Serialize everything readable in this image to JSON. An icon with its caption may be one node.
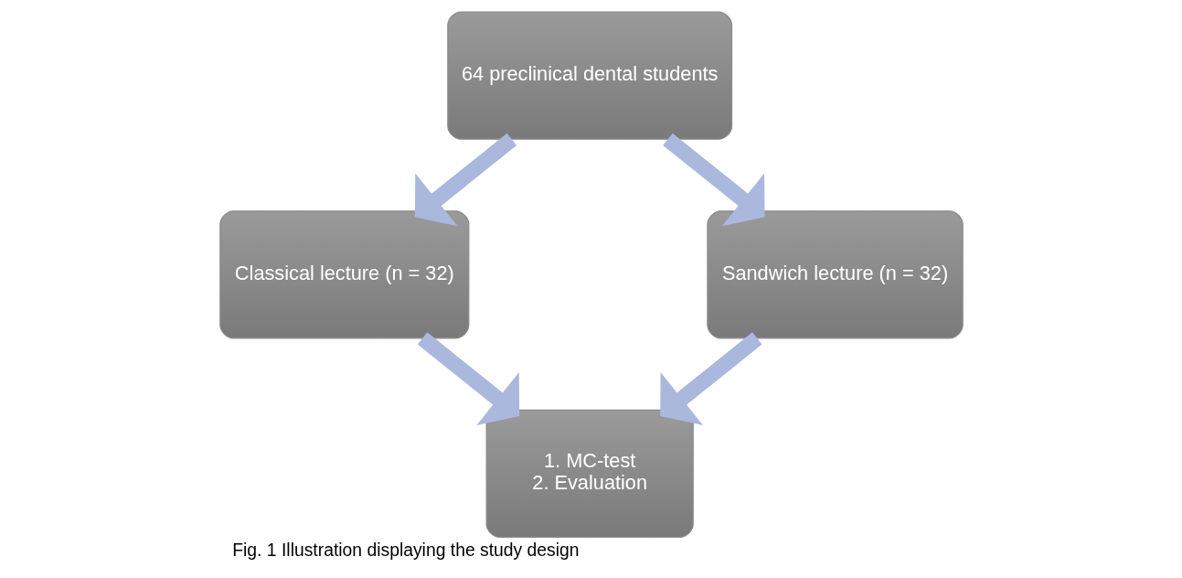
{
  "diagram": {
    "caption": "Fig. 1 Illustration displaying the study design",
    "nodes": [
      {
        "text": [
          "64 preclinical dental students"
        ]
      },
      {
        "text": [
          "Classical lecture (n = 32)"
        ]
      },
      {
        "text": [
          "Sandwich lecture (n = 32)"
        ]
      },
      {
        "text": [
          "1. MC-test",
          "2. Evaluation"
        ]
      }
    ],
    "edges": [
      {
        "from": 0,
        "to": 1,
        "arrow": "to"
      },
      {
        "from": 0,
        "to": 2,
        "arrow": "to"
      },
      {
        "from": 1,
        "to": 3,
        "arrow": "to"
      },
      {
        "from": 2,
        "to": 3,
        "arrow": "to"
      }
    ]
  }
}
